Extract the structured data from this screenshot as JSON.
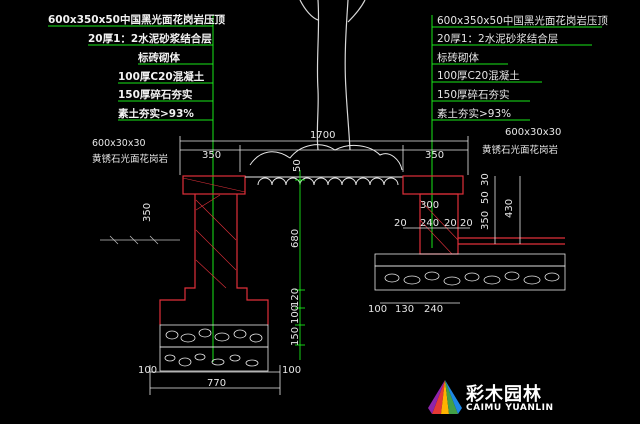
{
  "left_labels": [
    "600x350x50中国黑光面花岗岩压顶",
    "20厚1：2水泥砂浆结合层",
    "标砖砌体",
    "100厚C20混凝土",
    "150厚碎石夯实",
    "素土夯实>93%"
  ],
  "right_labels": [
    "600x350x50中国黑光面花岗岩压顶",
    "20厚1：2水泥砂浆结合层",
    "标砖砌体",
    "100厚C20混凝土",
    "150厚碎石夯实",
    "素土夯实>93%"
  ],
  "left_side_label_size": "600x30x30",
  "left_side_label_text": "黄锈石光面花岗岩",
  "right_side_label_size": "600x30x30",
  "right_side_label_text": "黄锈石光面花岗岩",
  "dims": {
    "top_total": "1700",
    "top_left": "350",
    "top_right": "350",
    "wall_50": "50",
    "right_30": "30",
    "right_50": "50",
    "right_300": "300",
    "right_20a": "20",
    "right_240": "240",
    "right_20b": "20",
    "right_20c": "20",
    "right_350": "350",
    "right_430": "430",
    "mid_680": "680",
    "mid_120": "120",
    "mid_100": "100",
    "mid_150": "150",
    "left_350": "350",
    "bot_100a": "100",
    "bot_100b": "100",
    "bot_total": "770",
    "rb_100": "100",
    "rb_130": "130",
    "rb_240": "240"
  },
  "logo": {
    "name": "彩木园林",
    "sub": "CAIMU YUANLIN"
  },
  "colors": {
    "background": "#000000",
    "leader_green": "#19e619",
    "hatch_red": "#e0303a",
    "line_white": "#e8e8e8"
  }
}
